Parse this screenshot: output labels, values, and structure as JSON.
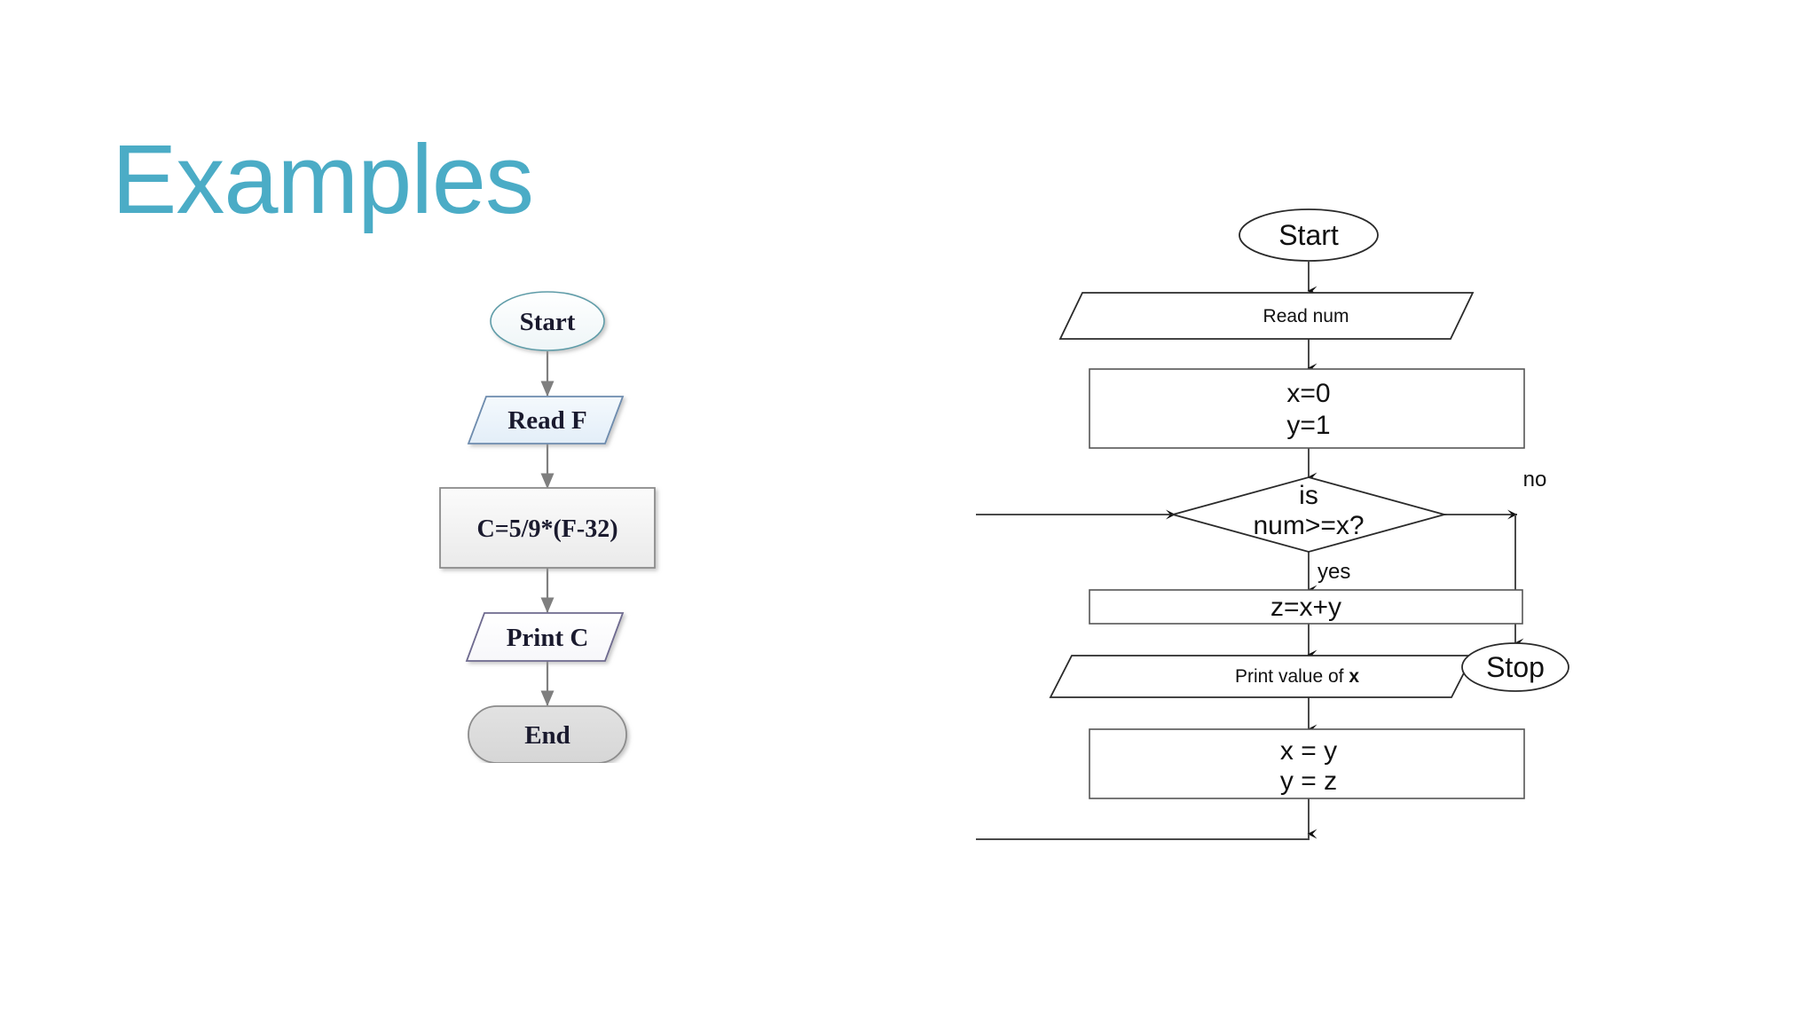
{
  "slide": {
    "title": "Examples",
    "title_color": "#4BACC6",
    "background": "#ffffff"
  },
  "flowchart_left": {
    "name": "fahrenheit-to-celsius-flowchart",
    "nodes": [
      {
        "id": "start",
        "type": "terminator-ellipse",
        "label": "Start"
      },
      {
        "id": "read_f",
        "type": "io-parallelogram",
        "label": "Read F"
      },
      {
        "id": "compute",
        "type": "process-rectangle",
        "label": "C=5/9*(F-32)"
      },
      {
        "id": "print_c",
        "type": "io-parallelogram",
        "label": "Print C"
      },
      {
        "id": "end",
        "type": "terminator-stadium",
        "label": "End"
      }
    ],
    "edges": [
      {
        "from": "start",
        "to": "read_f",
        "label": ""
      },
      {
        "from": "read_f",
        "to": "compute",
        "label": ""
      },
      {
        "from": "compute",
        "to": "print_c",
        "label": ""
      },
      {
        "from": "print_c",
        "to": "end",
        "label": ""
      }
    ],
    "colors": {
      "start_stroke": "#5E9CA8",
      "io_stroke": "#6E8CAE",
      "process_stroke": "#8C8C8C",
      "print_stroke": "#6E6A8F",
      "end_fill": "#D9D9D9",
      "connector": "#7F7F7F"
    }
  },
  "flowchart_right": {
    "name": "fibonacci-series-flowchart",
    "nodes": [
      {
        "id": "start",
        "type": "terminator-ellipse",
        "label": "Start"
      },
      {
        "id": "read_num",
        "type": "io-parallelogram",
        "label": "Read num"
      },
      {
        "id": "init",
        "type": "process-rectangle",
        "label_line1": "x=0",
        "label_line2": "y=1"
      },
      {
        "id": "decision",
        "type": "decision-diamond",
        "label_line1": "is",
        "label_line2": "num>=x?"
      },
      {
        "id": "sum",
        "type": "process-rectangle",
        "label": "z=x+y"
      },
      {
        "id": "print_x",
        "type": "io-parallelogram",
        "label_prefix": "Print value of ",
        "label_var": "x"
      },
      {
        "id": "shift",
        "type": "process-rectangle",
        "label_line1": "x = y",
        "label_line2": "y = z"
      },
      {
        "id": "stop",
        "type": "terminator-ellipse",
        "label": "Stop"
      }
    ],
    "edges": [
      {
        "from": "start",
        "to": "read_num",
        "label": ""
      },
      {
        "from": "read_num",
        "to": "init",
        "label": ""
      },
      {
        "from": "init",
        "to": "decision",
        "label": ""
      },
      {
        "from": "decision",
        "to": "stop",
        "label": "no"
      },
      {
        "from": "decision",
        "to": "sum",
        "label": "yes"
      },
      {
        "from": "sum",
        "to": "print_x",
        "label": ""
      },
      {
        "from": "print_x",
        "to": "shift",
        "label": ""
      },
      {
        "from": "shift",
        "to": "decision",
        "label": ""
      }
    ],
    "branch_labels": {
      "no": "no",
      "yes": "yes"
    },
    "colors": {
      "stroke": "#2a2a2a",
      "fill": "#ffffff",
      "connector": "#4a4a4a"
    }
  }
}
